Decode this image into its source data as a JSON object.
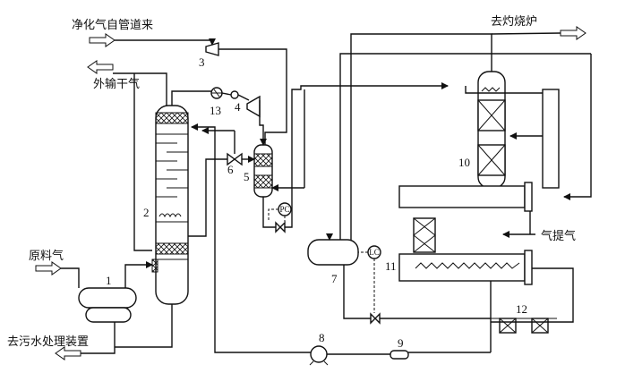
{
  "streams": {
    "purified_gas_in": "净化气自管道来",
    "to_furnace": "去灼烧炉",
    "dry_gas_out": "外输干气",
    "feed_gas": "原料气",
    "stripping_gas": "气提气",
    "to_wastewater": "去污水处理装置"
  },
  "equipment_numbers": [
    "1",
    "2",
    "3",
    "4",
    "5",
    "6",
    "7",
    "8",
    "9",
    "10",
    "11",
    "12",
    "13"
  ],
  "instruments": {
    "pressure_controller": "PC",
    "level_controller": "LC"
  }
}
